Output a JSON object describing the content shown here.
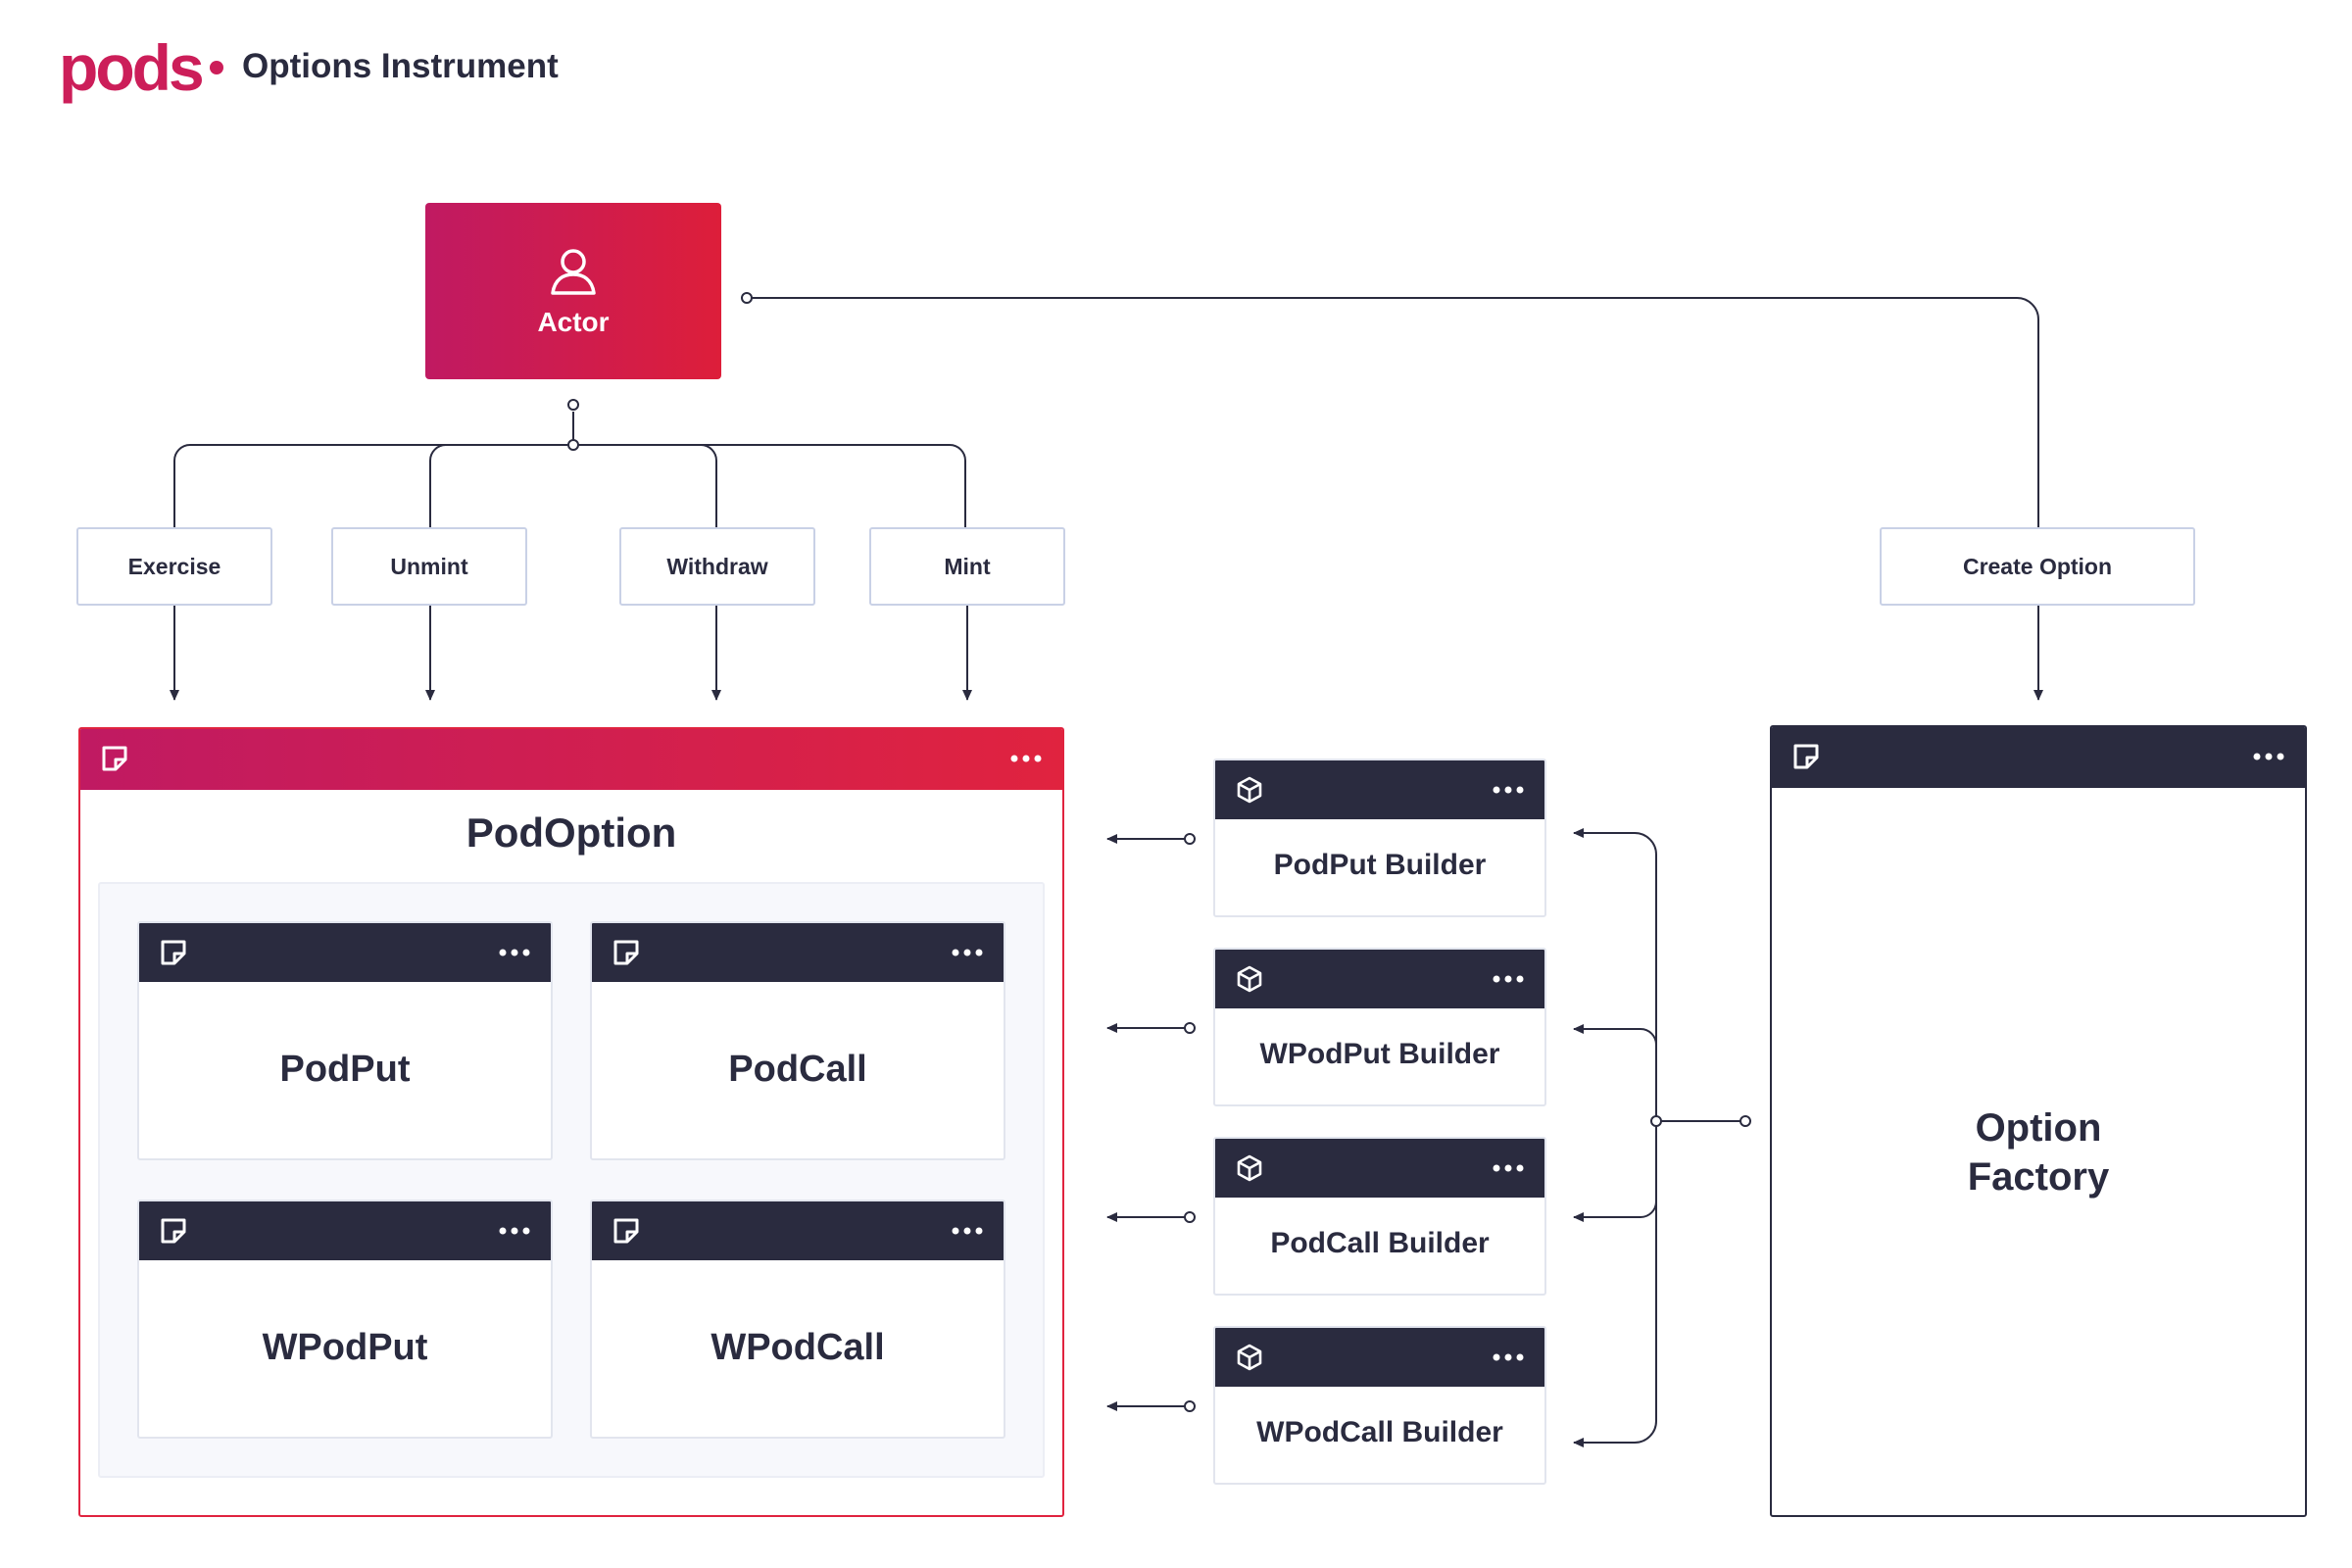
{
  "header": {
    "logo": "pods",
    "title": "Options Instrument"
  },
  "actor": {
    "label": "Actor"
  },
  "actions": [
    "Exercise",
    "Unmint",
    "Withdraw",
    "Mint"
  ],
  "create_option": "Create Option",
  "pod_option": {
    "title": "PodOption",
    "cards": [
      "PodPut",
      "PodCall",
      "WPodPut",
      "WPodCall"
    ]
  },
  "builders": [
    "PodPut Builder",
    "WPodPut Builder",
    "PodCall Builder",
    "WPodCall Builder"
  ],
  "factory": {
    "title_line1": "Option",
    "title_line2": "Factory"
  },
  "colors": {
    "brand": "#cc1e59",
    "accent_red": "#e0233f",
    "navy": "#2a2b3f",
    "box_border": "#c9d1e6"
  },
  "icons": {
    "actor": "user-icon",
    "card": "note-icon",
    "builder": "cube-icon",
    "menu": "more-dots-icon"
  }
}
